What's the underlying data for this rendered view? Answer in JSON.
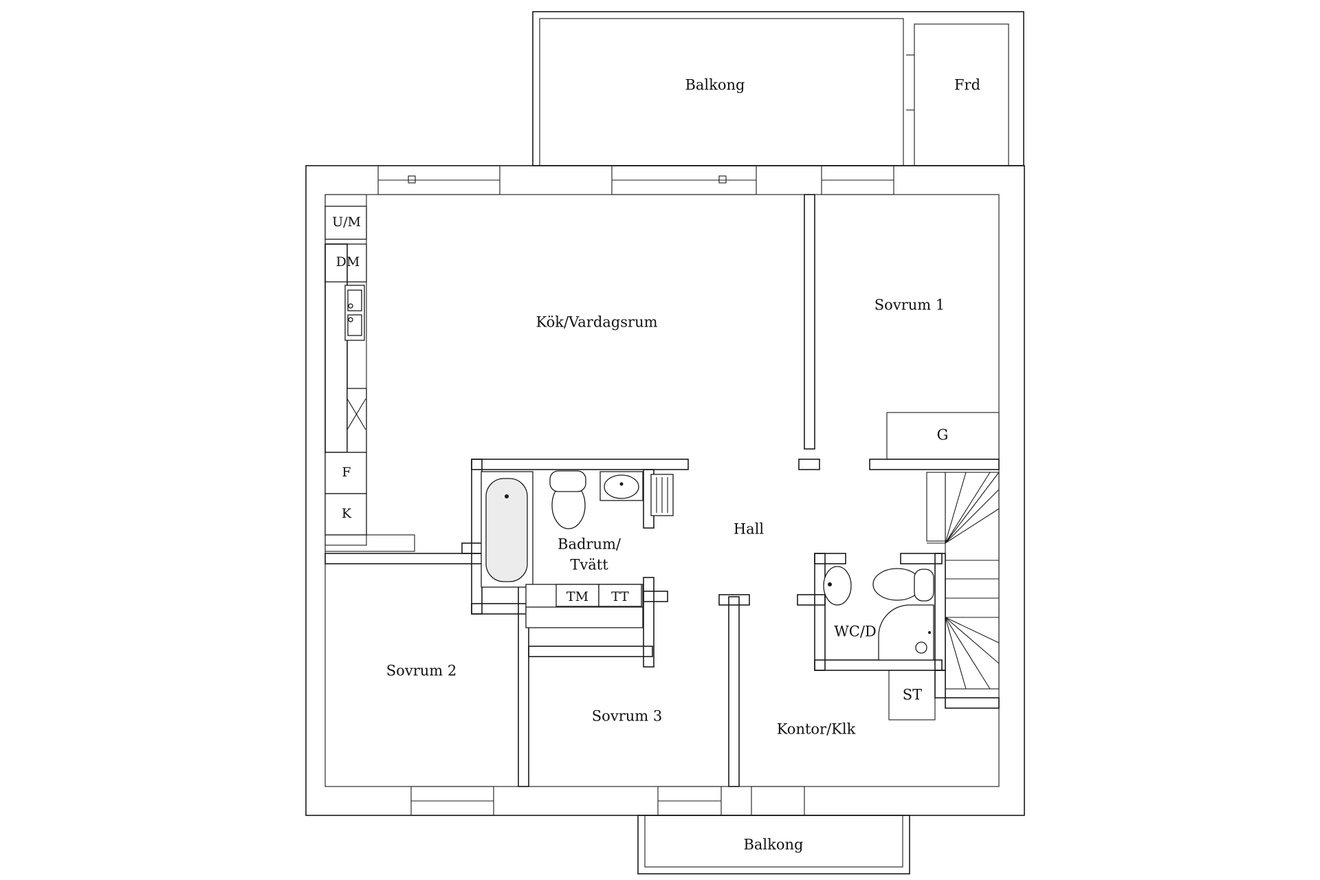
{
  "rooms": {
    "balcony_top": "Balkong",
    "frd": "Frd",
    "kitchen_living": "Kök/Vardagsrum",
    "bedroom_1": "Sovrum 1",
    "wardrobe_g": "G",
    "hall": "Hall",
    "bath_line1": "Badrum/",
    "bath_line2": "Tvätt",
    "washer": "TM",
    "dryer": "TT",
    "wc_shower": "WC/D",
    "storage": "ST",
    "bedroom_2": "Sovrum 2",
    "bedroom_3": "Sovrum 3",
    "office": "Kontor/Klk",
    "balcony_bottom": "Balkong"
  },
  "kitchen_appliances": {
    "microwave_oven": "U/M",
    "dishwasher": "DM",
    "fridge": "F",
    "freezer": "K"
  }
}
